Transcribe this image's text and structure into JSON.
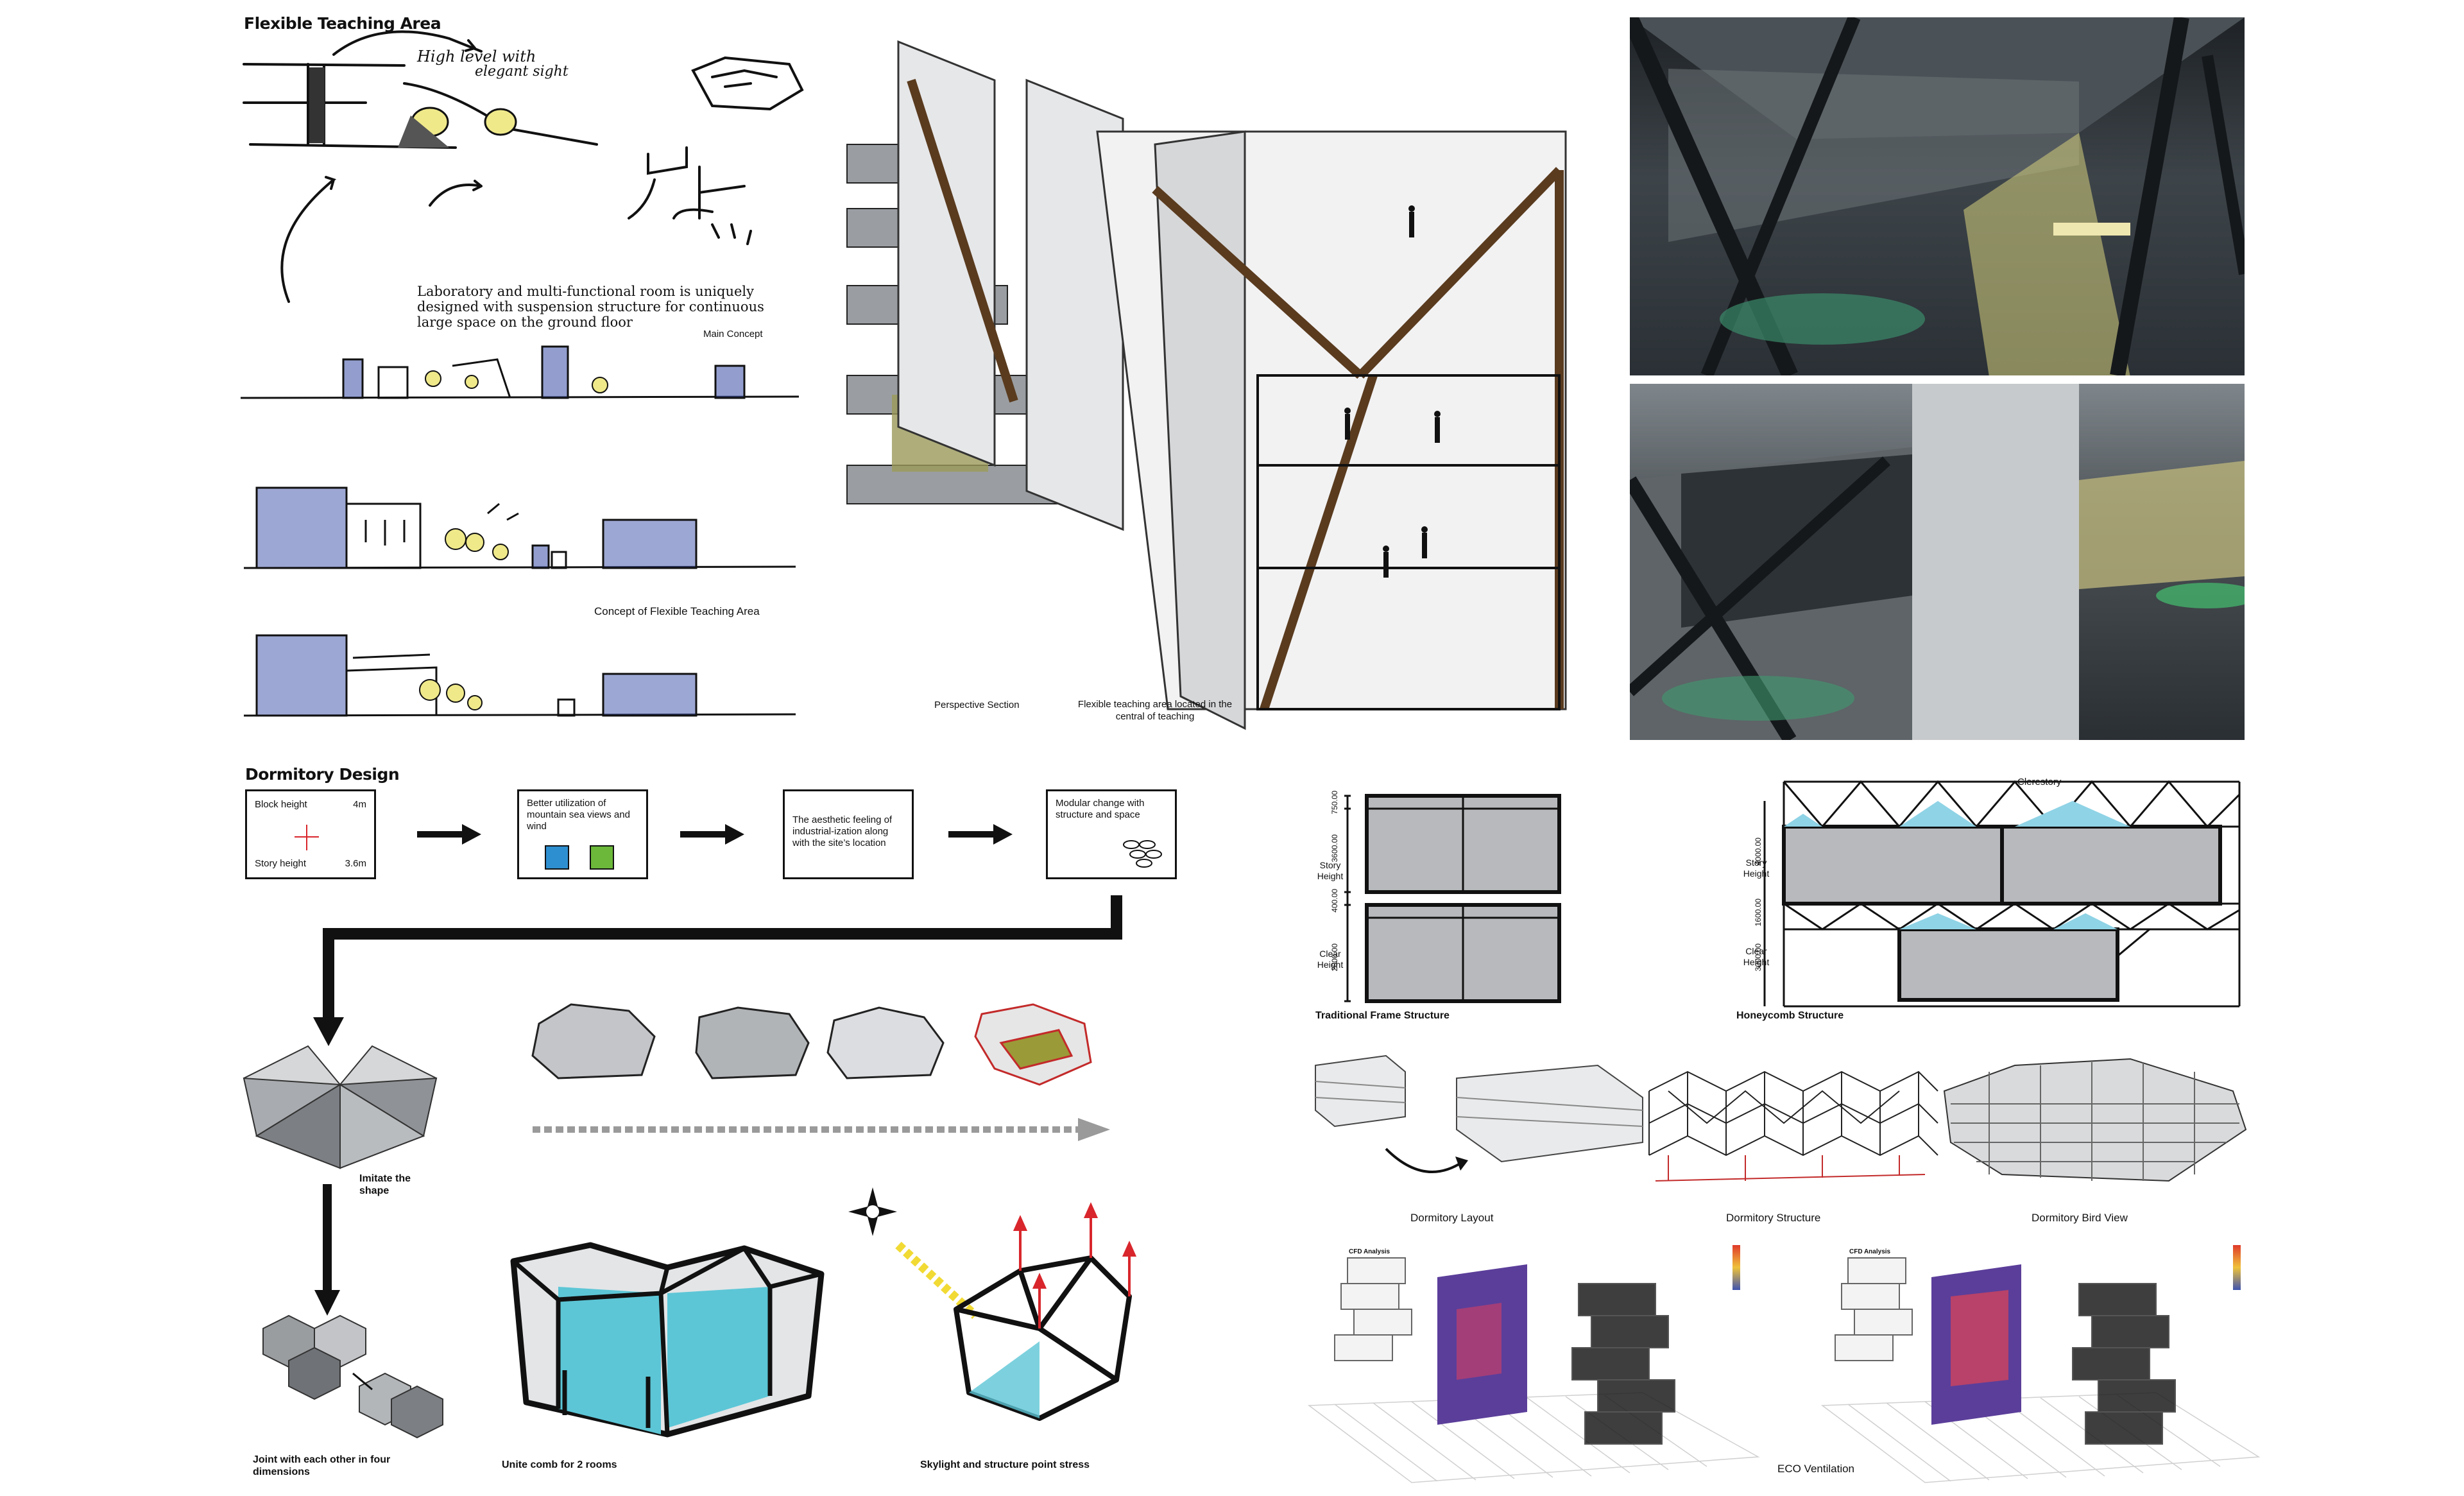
{
  "flexible": {
    "heading": "Flexible Teaching Area",
    "sketch_note_1": "High level with",
    "sketch_note_2": "elegant sight",
    "lab_note": "Laboratory and multi-functional room is uniquely designed with suspension structure for continuous large space on the ground floor",
    "main_concept": "Main Concept",
    "concept_caption": "Concept of  Flexible Teaching Area",
    "perspective_caption": "Perspective Section",
    "central_caption": "Flexible teaching area located in the central of teaching"
  },
  "dormitory": {
    "heading": "Dormitory Design",
    "block_height_label": "Block height",
    "block_height_value": "4m",
    "story_height_label": "Story height",
    "story_height_value": "3.6m",
    "step2": "Better utilization of mountain sea views and wind",
    "step3": "The aesthetic feeling of industrial-ization along with the site’s location",
    "step4": "Modular change with structure and space",
    "imitate": "Imitate the shape",
    "joint": "Joint with each other in four dimensions",
    "unite": "Unite comb for 2 rooms",
    "skylight": "Skylight and structure point stress"
  },
  "structure": {
    "traditional_caption": "Traditional Frame Structure",
    "honeycomb_caption": "Honeycomb Structure",
    "clerestory": "Clerestory",
    "dim_750": "750.00",
    "dim_3600": "3600.00",
    "dim_400": "400.00",
    "dim_2800": "2800.00",
    "dim_4000": "4000.00",
    "dim_1600": "1600.00",
    "dim_3000": "3000.00",
    "story_height": "Story Height",
    "clear_height": "Clear Height"
  },
  "dorm_views": {
    "layout": "Dormitory Layout",
    "structure": "Dormitory Structure",
    "bird": "Dormitory Bird View",
    "eco": "ECO Ventilation",
    "cfd_title": "CFD Analysis"
  },
  "colors": {
    "ink": "#111111",
    "sketch_blue": "#3b4fa8",
    "sketch_yellow": "#efe98a",
    "cyan_room": "#5cc6d6",
    "arrow_red": "#d8262c",
    "render_dark": "#2a2f33",
    "timber": "#5a3b1e"
  }
}
